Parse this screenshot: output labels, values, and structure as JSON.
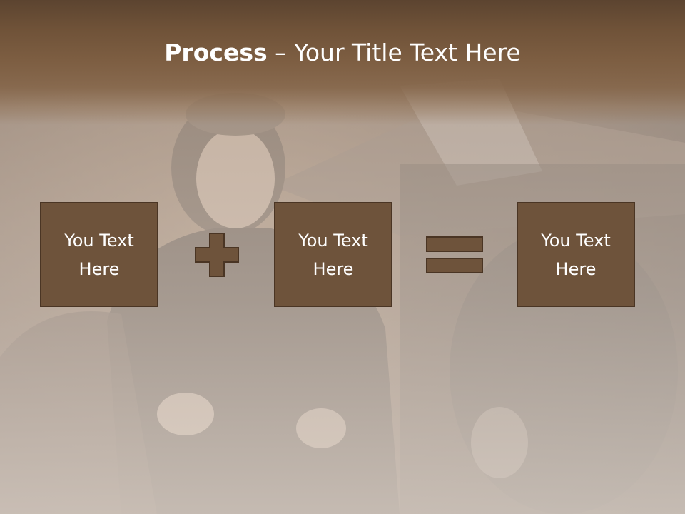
{
  "slide": {
    "title_bold": "Process",
    "title_rest": " – Your Title Text Here",
    "boxes": [
      {
        "text": "You Text Here"
      },
      {
        "text": "You Text Here"
      },
      {
        "text": "You Text Here"
      }
    ],
    "operators": [
      "plus-icon",
      "equals-icon"
    ]
  },
  "colors": {
    "title_band": "#6f5238",
    "box_fill": "#6e533b",
    "box_border": "#4a3524",
    "text": "#ffffff"
  }
}
